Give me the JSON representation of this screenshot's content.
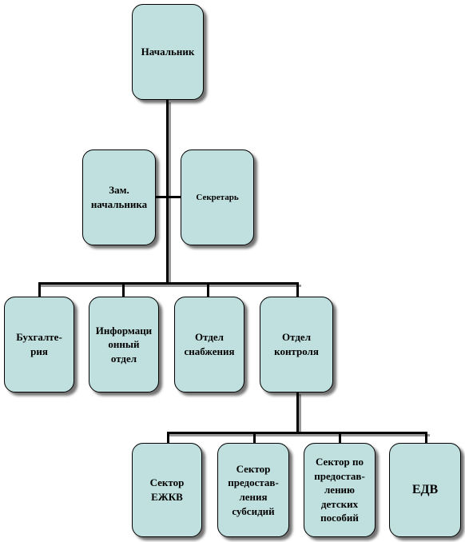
{
  "chart": {
    "head": "Начальник",
    "deputy": "Зам.\nначальника",
    "secretary": "Секретарь",
    "departments": [
      "Бухгалте-\nрия",
      "Информаци\nонный\nотдел",
      "Отдел\nснабжения",
      "Отдел\nконтроля"
    ],
    "sectors": [
      "Сектор\nЕЖКВ",
      "Сектор\nпредостав-\nления\nсубсидий",
      "Сектор по\nпредостав-\nлению\nдетских\nпособий",
      "ЕДВ"
    ]
  }
}
